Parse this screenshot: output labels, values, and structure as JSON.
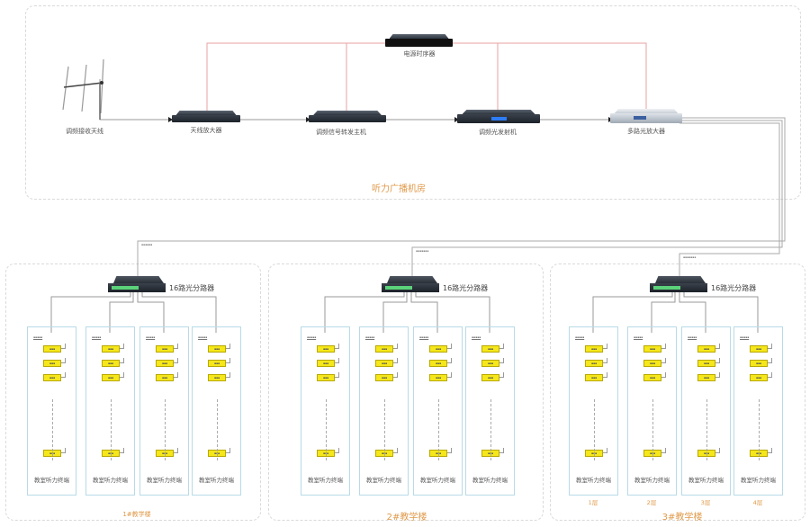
{
  "machine_room": {
    "title": "听力广播机房",
    "devices": [
      {
        "id": "antenna",
        "label": "调频接收天线"
      },
      {
        "id": "antenna_amplifier",
        "label": "天线放大器"
      },
      {
        "id": "fm_host",
        "label": "调频信号转发主机"
      },
      {
        "id": "optical_transmitter",
        "label": "调频光发射机"
      },
      {
        "id": "optical_amplifier",
        "label": "多路光放大器"
      },
      {
        "id": "power_sequencer",
        "label": "电源时序器"
      }
    ]
  },
  "buildings": [
    {
      "title": "1#教学楼",
      "splitter_label": "16路光分路器",
      "floors": [
        {
          "caption": "教室听力终端",
          "number": ""
        },
        {
          "caption": "教室听力终端",
          "number": ""
        },
        {
          "caption": "教室听力终端",
          "number": ""
        },
        {
          "caption": "教室听力终端",
          "number": ""
        }
      ]
    },
    {
      "title": "2#教学楼",
      "splitter_label": "16路光分路器",
      "floors": [
        {
          "caption": "教室听力终端",
          "number": ""
        },
        {
          "caption": "教室听力终端",
          "number": ""
        },
        {
          "caption": "教室听力终端",
          "number": ""
        },
        {
          "caption": "教室听力终端",
          "number": ""
        }
      ]
    },
    {
      "title": "3#教学楼",
      "splitter_label": "16路光分路器",
      "floors": [
        {
          "caption": "教室听力终端",
          "number": "1层"
        },
        {
          "caption": "教室听力终端",
          "number": "2层"
        },
        {
          "caption": "教室听力终端",
          "number": "3层"
        },
        {
          "caption": "教室听力终端",
          "number": "4层"
        }
      ]
    }
  ],
  "colors": {
    "zone_title": "#e09a4a",
    "power_line": "#e8a0a0",
    "signal_line": "#aaaaaa",
    "terminal": "#f5e71a",
    "floor_border": "#b8dbe7"
  }
}
